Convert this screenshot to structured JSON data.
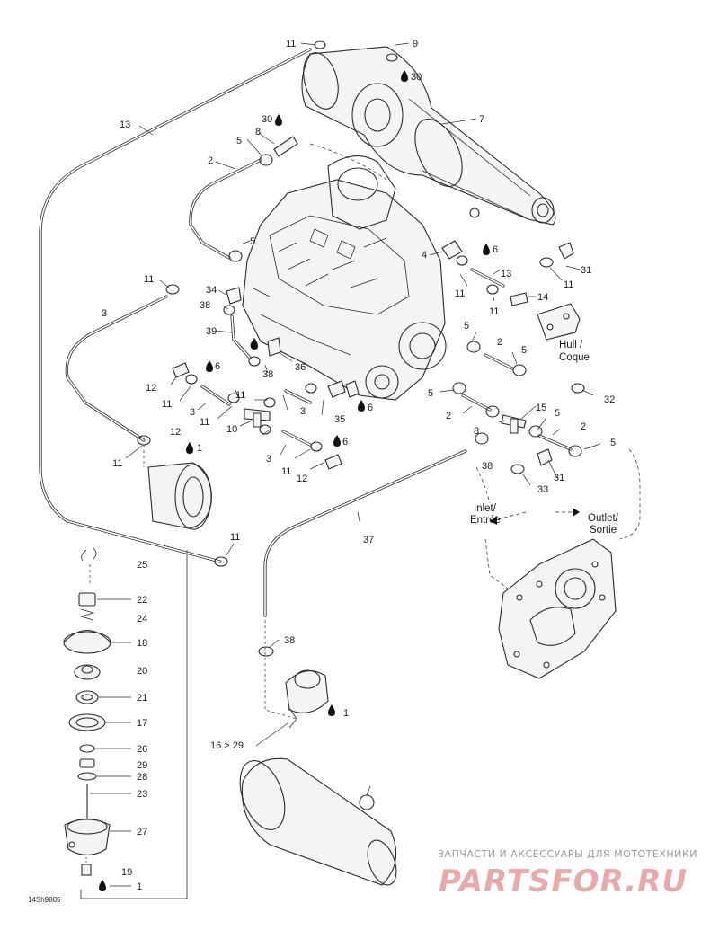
{
  "diagram_code": "14Sh9805",
  "watermark": {
    "line1": "ЗАПЧАСТИ И АКСЕССУАРЫ ДЛЯ МОТОТЕХНИКИ",
    "line2": "PARTSFOR.RU"
  },
  "flow_labels": {
    "hull": "Hull /",
    "coque": "Coque",
    "inlet": "Inlet/",
    "entree": "Entrée",
    "outlet": "Outlet/",
    "sortie": "Sortie"
  },
  "callouts": {
    "c1": "11",
    "c2": "9",
    "c3": "30",
    "c4": "13",
    "c5": "30",
    "c6": "7",
    "c7": "8",
    "c8": "5",
    "c9": "2",
    "c10": "5",
    "c11": "4",
    "c12": "6",
    "c13": "13",
    "c14": "11",
    "c15": "11",
    "c16": "14",
    "c17": "31",
    "c18": "11",
    "c19": "11",
    "c20": "34",
    "c21": "38",
    "c22": "3",
    "c23": "39",
    "c24": "6",
    "c25": "38",
    "c26": "36",
    "c27": "5",
    "c28": "2",
    "c29": "5",
    "c30": "12",
    "c31": "6",
    "c32": "11",
    "c33": "3",
    "c34": "11",
    "c35": "3",
    "c36": "11",
    "c37": "10",
    "c38": "35",
    "c39": "6",
    "c40": "5",
    "c41": "2",
    "c42": "15",
    "c43": "5",
    "c44": "2",
    "c45": "5",
    "c46": "32",
    "c47": "12",
    "c48": "1",
    "c49": "11",
    "c50": "3",
    "c51": "6",
    "c52": "11",
    "c53": "12",
    "c54": "8",
    "c55": "38",
    "c56": "31",
    "c57": "33",
    "c58": "37",
    "c59": "11",
    "c60": "25",
    "c61": "22",
    "c62": "24",
    "c63": "18",
    "c64": "20",
    "c65": "21",
    "c66": "17",
    "c67": "26",
    "c68": "29",
    "c69": "28",
    "c70": "23",
    "c71": "27",
    "c72": "19",
    "c73": "1",
    "c74": "38",
    "c75": "1",
    "c76": "16 > 29"
  }
}
